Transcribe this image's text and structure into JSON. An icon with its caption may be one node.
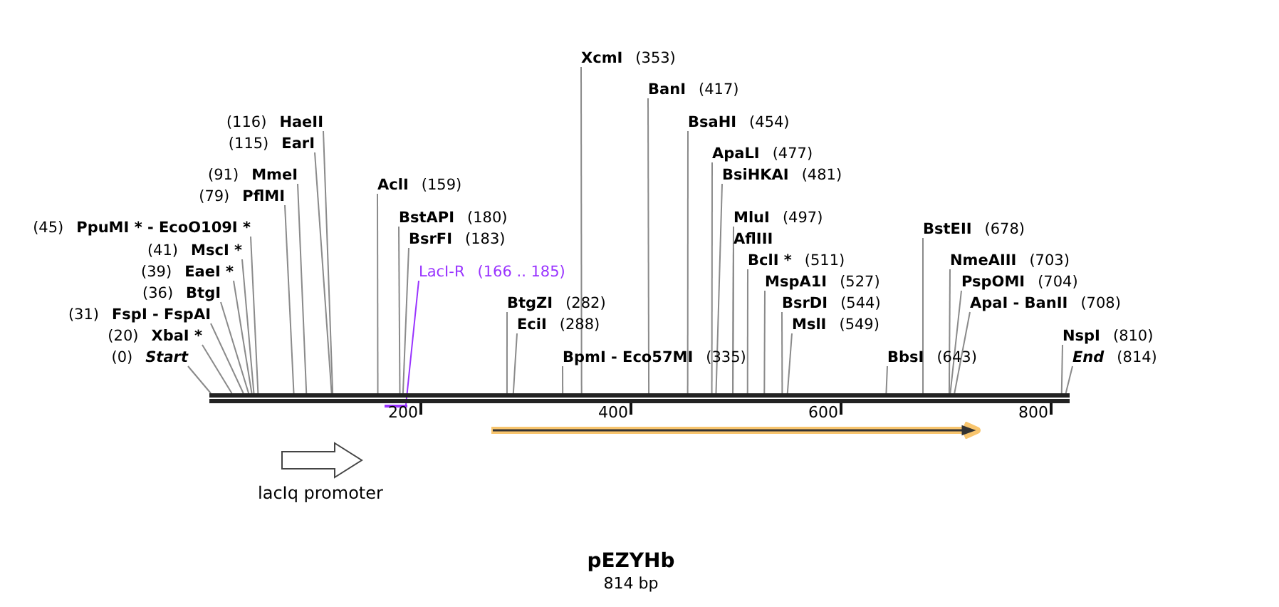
{
  "diagram": {
    "title": "pEZYHb",
    "caption": "814 bp",
    "nodes": [
      {
        "text": [
          "(0)",
          "Start"
        ]
      },
      {
        "text": [
          "(20)",
          "XbaI *"
        ]
      },
      {
        "text": [
          "(31)",
          "FspI - FspAI"
        ]
      },
      {
        "text": [
          "(36)",
          "BtgI"
        ]
      },
      {
        "text": [
          "(39)",
          "EaeI *"
        ]
      },
      {
        "text": [
          "(41)",
          "MscI *"
        ]
      },
      {
        "text": [
          "(45)",
          "PpuMI * - EcoO109I *"
        ]
      },
      {
        "text": [
          "(79)",
          "PflMI"
        ]
      },
      {
        "text": [
          "(91)",
          "MmeI"
        ]
      },
      {
        "text": [
          "(115)",
          "EarI"
        ]
      },
      {
        "text": [
          "(116)",
          "HaeII"
        ]
      },
      {
        "text": [
          "AclI",
          "(159)"
        ]
      },
      {
        "text": [
          "BstAPI",
          "(180)"
        ]
      },
      {
        "text": [
          "BsrFI",
          "(183)"
        ]
      },
      {
        "text": [
          "LacI-R",
          "(166 .. 185)"
        ]
      },
      {
        "text": [
          "BtgZI",
          "(282)"
        ]
      },
      {
        "text": [
          "EciI",
          "(288)"
        ]
      },
      {
        "text": [
          "BpmI - Eco57MI",
          "(335)"
        ]
      },
      {
        "text": [
          "XcmI",
          "(353)"
        ]
      },
      {
        "text": [
          "BanI",
          "(417)"
        ]
      },
      {
        "text": [
          "BsaHI",
          "(454)"
        ]
      },
      {
        "text": [
          "ApaLI",
          "(477)"
        ]
      },
      {
        "text": [
          "BsiHKAI",
          "(481)"
        ]
      },
      {
        "text": [
          "MluI",
          "(497)"
        ]
      },
      {
        "text": [
          "AflIII"
        ]
      },
      {
        "text": [
          "BclI *",
          "(511)"
        ]
      },
      {
        "text": [
          "MspA1I",
          "(527)"
        ]
      },
      {
        "text": [
          "BsrDI",
          "(544)"
        ]
      },
      {
        "text": [
          "MslI",
          "(549)"
        ]
      },
      {
        "text": [
          "BbsI",
          "(643)"
        ]
      },
      {
        "text": [
          "BstEII",
          "(678)"
        ]
      },
      {
        "text": [
          "NmeAIII",
          "(703)"
        ]
      },
      {
        "text": [
          "PspOMI",
          "(704)"
        ]
      },
      {
        "text": [
          "ApaI - BanII",
          "(708)"
        ]
      },
      {
        "text": [
          "NspI",
          "(810)"
        ]
      },
      {
        "text": [
          "End",
          "(814)"
        ]
      },
      {
        "text": [],
        "shape": "bar"
      },
      {
        "text": [],
        "shape": "bar"
      },
      {
        "text": [
          "lacIq promoter"
        ]
      },
      {
        "text": [],
        "shape": "arrow"
      }
    ],
    "edges": [
      {
        "from": 0,
        "to": 36,
        "arrow": "none"
      },
      {
        "from": 1,
        "to": 36,
        "arrow": "none"
      },
      {
        "from": 2,
        "to": 36,
        "arrow": "none"
      },
      {
        "from": 3,
        "to": 36,
        "arrow": "none"
      },
      {
        "from": 4,
        "to": 36,
        "arrow": "none"
      },
      {
        "from": 5,
        "to": 36,
        "arrow": "none"
      },
      {
        "from": 6,
        "to": 36,
        "arrow": "none"
      },
      {
        "from": 7,
        "to": 36,
        "arrow": "none"
      },
      {
        "from": 8,
        "to": 36,
        "arrow": "none"
      },
      {
        "from": 9,
        "to": 36,
        "arrow": "none"
      },
      {
        "from": 10,
        "to": 36,
        "arrow": "none"
      },
      {
        "from": 11,
        "to": 36,
        "arrow": "none"
      },
      {
        "from": 12,
        "to": 36,
        "arrow": "none"
      },
      {
        "from": 13,
        "to": 36,
        "arrow": "none"
      },
      {
        "from": 14,
        "to": 37,
        "arrow": "none",
        "color": "#9933ff"
      },
      {
        "from": 15,
        "to": 36,
        "arrow": "none"
      },
      {
        "from": 16,
        "to": 36,
        "arrow": "none"
      },
      {
        "from": 17,
        "to": 36,
        "arrow": "none"
      },
      {
        "from": 18,
        "to": 36,
        "arrow": "none"
      },
      {
        "from": 19,
        "to": 36,
        "arrow": "none"
      },
      {
        "from": 20,
        "to": 36,
        "arrow": "none"
      },
      {
        "from": 21,
        "to": 36,
        "arrow": "none"
      },
      {
        "from": 22,
        "to": 36,
        "arrow": "none"
      },
      {
        "from": 23,
        "to": 36,
        "arrow": "none"
      },
      {
        "from": 24,
        "to": 36,
        "arrow": "none"
      },
      {
        "from": 25,
        "to": 36,
        "arrow": "none"
      },
      {
        "from": 26,
        "to": 36,
        "arrow": "none"
      },
      {
        "from": 27,
        "to": 36,
        "arrow": "none"
      },
      {
        "from": 28,
        "to": 36,
        "arrow": "none"
      },
      {
        "from": 29,
        "to": 36,
        "arrow": "none"
      },
      {
        "from": 30,
        "to": 36,
        "arrow": "none"
      },
      {
        "from": 31,
        "to": 36,
        "arrow": "none"
      },
      {
        "from": 32,
        "to": 36,
        "arrow": "none"
      },
      {
        "from": 33,
        "to": 36,
        "arrow": "none"
      },
      {
        "from": 34,
        "to": 36,
        "arrow": "none"
      },
      {
        "from": 35,
        "to": 36,
        "arrow": "none"
      }
    ],
    "labels": [
      "200",
      "400",
      "600",
      "800"
    ]
  }
}
